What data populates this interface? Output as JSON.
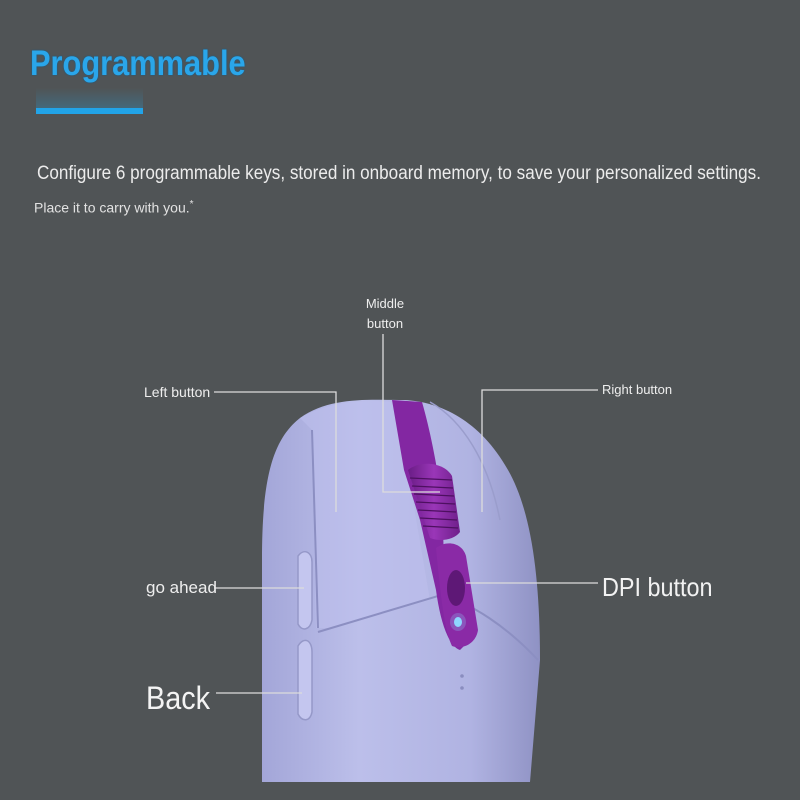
{
  "header": {
    "title": "Programmable",
    "accent_color": "#22a4e8"
  },
  "description": {
    "line1": "Configure 6 programmable keys, stored in onboard memory, to save your personalized settings.",
    "line2": "Place it to carry with you.",
    "footnote_mark": "*"
  },
  "labels": {
    "middle_line1": "Middle",
    "middle_line2": "button",
    "left": "Left button",
    "right": "Right button",
    "go_ahead": "go ahead",
    "dpi": "DPI button",
    "back": "Back"
  },
  "colors": {
    "background": "#505456",
    "mouse_body": "#b7b9e6",
    "wheel_accent": "#8a2aa6"
  }
}
